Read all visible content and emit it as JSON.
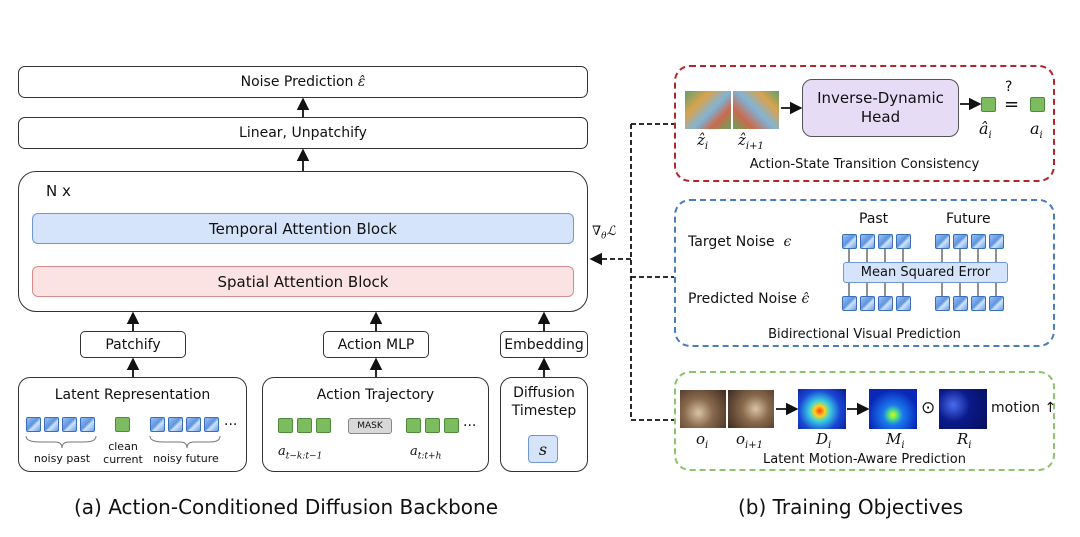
{
  "backbone": {
    "noise_prediction": "Noise Prediction",
    "noise_symbol": "ε̂",
    "linear_unpatchify": "Linear, Unpatchify",
    "n_times": "N x",
    "temporal_block": "Temporal Attention Block",
    "spatial_block": "Spatial Attention Block",
    "patchify": "Patchify",
    "action_mlp": "Action MLP",
    "embedding": "Embedding",
    "latent_title": "Latent Representation",
    "noisy_past": "noisy past",
    "clean_current": "clean\ncurrent",
    "noisy_future": "noisy future",
    "ellipsis": "···",
    "action_title": "Action Trajectory",
    "mask_label": "MASK",
    "a_past": "a",
    "a_past_sub": "t−k:t−1",
    "a_future": "a",
    "a_future_sub": "t:t+h",
    "diffusion_title": "Diffusion\nTimestep",
    "timestep_symbol": "s",
    "gradient_label": "∇",
    "gradient_sub": "θ",
    "gradient_loss": "ℒ"
  },
  "objectives": {
    "ast_head": "Inverse-Dynamic\nHead",
    "z_i": "ẑ",
    "z_i_sub": "i",
    "z_i1": "ẑ",
    "z_i1_sub": "i+1",
    "a_hat": "â",
    "a_hat_sub": "i",
    "a_true": "a",
    "a_true_sub": "i",
    "question_eq": "?",
    "equals": "=",
    "ast_title": "Action-State Transition Consistency",
    "past": "Past",
    "future": "Future",
    "target_noise": "Target Noise",
    "target_symbol": "ϵ",
    "mse": "Mean Squared Error",
    "predicted_noise": "Predicted Noise",
    "predicted_symbol": "ϵ̂",
    "bvp_title": "Bidirectional Visual Prediction",
    "o_i": "o",
    "o_i_sub": "i",
    "o_i1": "o",
    "o_i1_sub": "i+1",
    "d_i": "D",
    "d_i_sub": "i",
    "m_i": "M",
    "m_i_sub": "i",
    "r_i": "R",
    "r_i_sub": "i",
    "odot": "⊙",
    "motion": "motion ↑",
    "lmap_title": "Latent Motion-Aware Prediction"
  },
  "captions": {
    "left": "(a)  Action-Conditioned Diffusion Backbone",
    "right": "(b)  Training Objectives"
  },
  "colors": {
    "temporal_fill": "#d6e4fb",
    "temporal_border": "#6f97d6",
    "spatial_fill": "#fbe3e3",
    "spatial_border": "#d98b8b",
    "red_dash": "#b4252b",
    "blue_dash": "#4a7cc0",
    "green_dash": "#8cc36c",
    "head_fill": "#e6dcf6",
    "green_token": "#7dbb61"
  }
}
